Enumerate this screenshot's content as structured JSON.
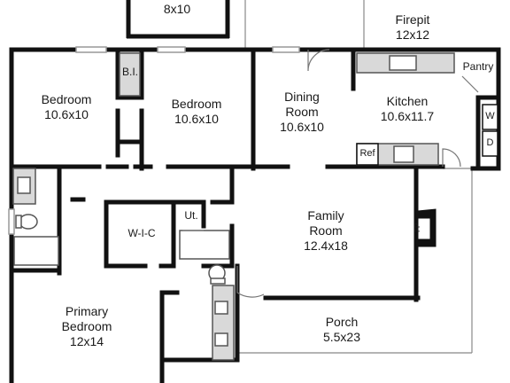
{
  "rooms": {
    "top_room": {
      "dims": "8x10"
    },
    "firepit": {
      "name": "Firepit",
      "dims": "12x12"
    },
    "bedroom_left": {
      "name": "Bedroom",
      "dims": "10.6x10"
    },
    "bi": {
      "name": "B.I."
    },
    "bedroom_mid": {
      "name": "Bedroom",
      "dims": "10.6x10"
    },
    "dining": {
      "name_line1": "Dining",
      "name_line2": "Room",
      "dims": "10.6x10"
    },
    "kitchen": {
      "name": "Kitchen",
      "dims": "10.6x11.7"
    },
    "pantry": {
      "name": "Pantry"
    },
    "washer": {
      "name": "W"
    },
    "dryer": {
      "name": "D"
    },
    "ref": {
      "name": "Ref"
    },
    "wic": {
      "name": "W-I-C"
    },
    "utility": {
      "name": "Ut."
    },
    "family": {
      "name_line1": "Family",
      "name_line2": "Room",
      "dims": "12.4x18"
    },
    "fireplace": {
      "name": "FP"
    },
    "primary": {
      "name_line1": "Primary",
      "name_line2": "Bedroom",
      "dims": "12x14"
    },
    "porch": {
      "name": "Porch",
      "dims": "5.5x23"
    }
  },
  "colors": {
    "wall": "#111111",
    "thin_line": "#888888",
    "fixture_fill": "#d9d9d9",
    "fixture_stroke": "#555555",
    "window": "#aaaaaa"
  }
}
